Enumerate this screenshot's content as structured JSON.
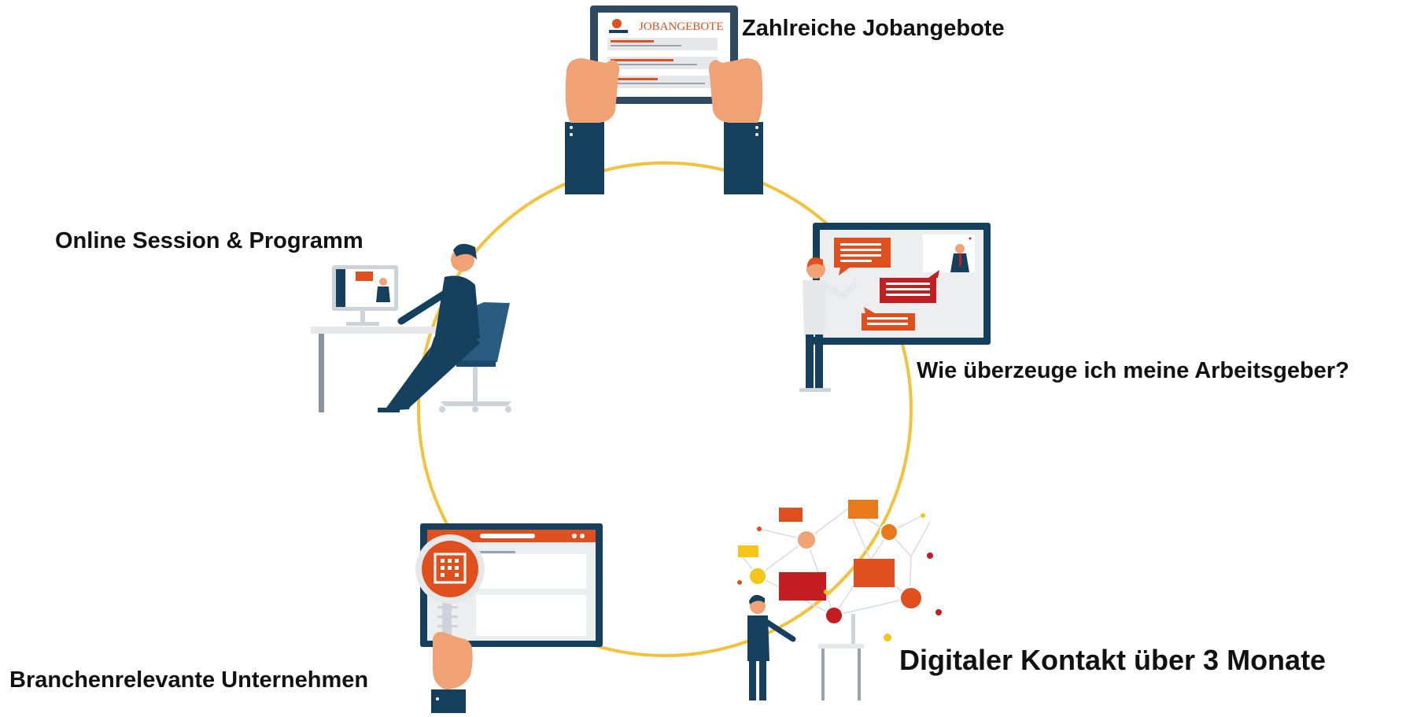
{
  "diagram": {
    "type": "cycle",
    "colors": {
      "ring": "#F4C23A",
      "navy": "#14405E",
      "orange": "#E0501F",
      "red": "#C41E23",
      "skin": "#F0A274",
      "light_gray": "#E6E8EA"
    },
    "steps": [
      {
        "label": "Zahlreiche Jobangebote",
        "icon": "tablet-jobs-icon"
      },
      {
        "label": "Wie überzeuge ich meine Arbeitsgeber?",
        "icon": "presentation-icon"
      },
      {
        "label": "Digitaler Kontakt über 3 Monate",
        "icon": "network-icon"
      },
      {
        "label": "Branchenrelevante Unternehmen",
        "icon": "company-search-icon"
      },
      {
        "label": "Online Session & Programm",
        "icon": "desk-computer-icon"
      }
    ],
    "tablet_screen_title": "JOBANGEBOTE"
  }
}
